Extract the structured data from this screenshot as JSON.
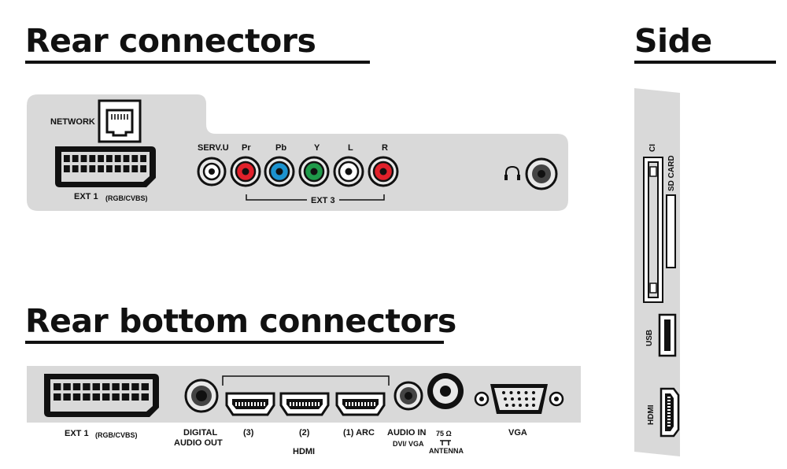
{
  "headings": {
    "rear": "Rear connectors",
    "side": "Side",
    "rear_bottom": "Rear bottom connectors"
  },
  "rear_panel": {
    "network": "NETWORK",
    "ext1": "EXT 1",
    "ext1_sub": "(RGB/CVBS)",
    "serv_u": "SERV.U",
    "pr": "Pr",
    "pb": "Pb",
    "y": "Y",
    "l": "L",
    "r": "R",
    "ext3": "EXT 3"
  },
  "bottom_panel": {
    "ext1": "EXT 1",
    "ext1_sub": "(RGB/CVBS)",
    "digital_audio_out_1": "DIGITAL",
    "digital_audio_out_2": "AUDIO OUT",
    "hdmi3": "(3)",
    "hdmi2": "(2)",
    "hdmi1": "(1) ARC",
    "hdmi": "HDMI",
    "audio_in": "AUDIO IN",
    "audio_in_sub": "DVI/ VGA",
    "ohm": "75 Ω",
    "antenna": "ANTENNA",
    "vga": "VGA"
  },
  "side_panel": {
    "ci": "CI",
    "sd_card": "SD CARD",
    "usb": "USB",
    "hdmi": "HDMI"
  },
  "colors": {
    "panel": "#d9d9d9",
    "pr": "#e0212b",
    "pb": "#1c93cf",
    "y": "#1f9a4a",
    "l": "#ffffff",
    "r": "#e0212b"
  }
}
